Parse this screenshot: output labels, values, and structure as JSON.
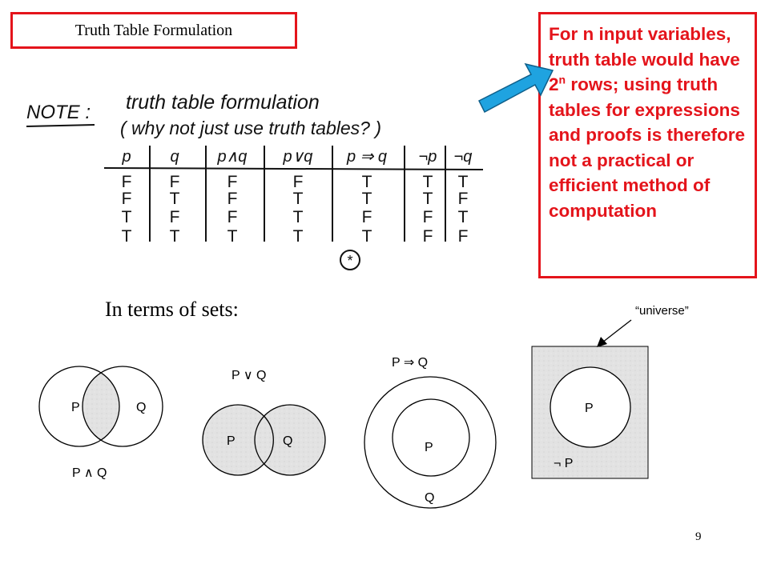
{
  "slide": {
    "title": "Truth Table Formulation",
    "page_number": "9"
  },
  "callout": {
    "text_before_sup": "For n input variables, truth table would have 2",
    "sup": "n",
    "text_after_sup": " rows; using truth tables for expressions and proofs is therefore not a practical or efficient method of computation",
    "color": "#e4141b",
    "arrow_color": "#1fa3e0"
  },
  "handwritten_note": {
    "note_label": "NOTE :",
    "line1": "truth table formulation",
    "line2": "( why not just use truth tables? )",
    "headers": [
      "p",
      "q",
      "p∧q",
      "p∨q",
      "p ⇒ q",
      "¬p",
      "¬q"
    ],
    "rows": [
      [
        "F",
        "F",
        "F",
        "F",
        "T",
        "T",
        "T"
      ],
      [
        "F",
        "T",
        "F",
        "T",
        "T",
        "T",
        "F"
      ],
      [
        "T",
        "F",
        "F",
        "T",
        "F",
        "F",
        "T"
      ],
      [
        "T",
        "T",
        "T",
        "T",
        "T",
        "F",
        "F"
      ]
    ],
    "footnote_mark": "*"
  },
  "sets": {
    "heading": "In terms of sets:",
    "universe_label": "“universe”",
    "and_diagram": {
      "left": "P",
      "right": "Q",
      "caption": "P ∧ Q"
    },
    "or_diagram": {
      "caption": "P ∨ Q",
      "left": "P",
      "right": "Q"
    },
    "implies_diagram": {
      "caption": "P ⇒ Q",
      "inner": "P",
      "outer": "Q"
    },
    "not_diagram": {
      "inner": "P",
      "caption": "¬ P"
    },
    "shade_color": "#e2e2e2"
  }
}
